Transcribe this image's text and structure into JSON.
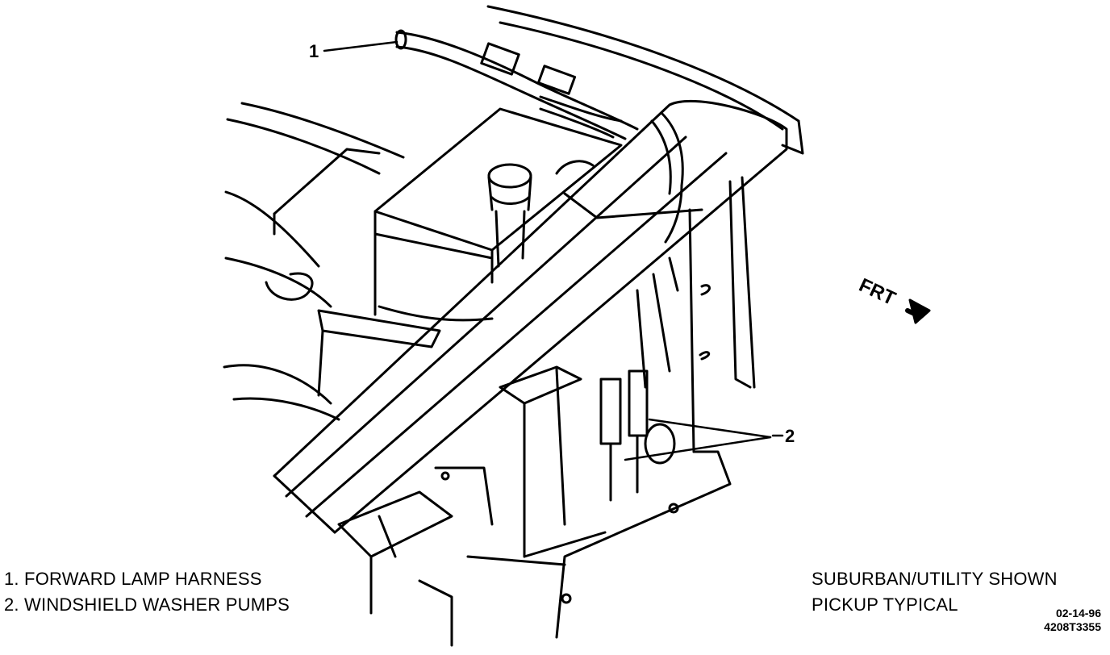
{
  "callouts": {
    "c1": "1",
    "c2": "2"
  },
  "legend": {
    "items": [
      "1. FORWARD LAMP HARNESS",
      "2. WINDSHIELD WASHER PUMPS"
    ]
  },
  "notes": {
    "line1": "SUBURBAN/UTILITY SHOWN",
    "line2": "PICKUP TYPICAL"
  },
  "reference": {
    "date": "02-14-96",
    "code": "4208T3355"
  },
  "direction": {
    "label": "FRT"
  },
  "colors": {
    "ink": "#000000",
    "paper": "#ffffff"
  }
}
